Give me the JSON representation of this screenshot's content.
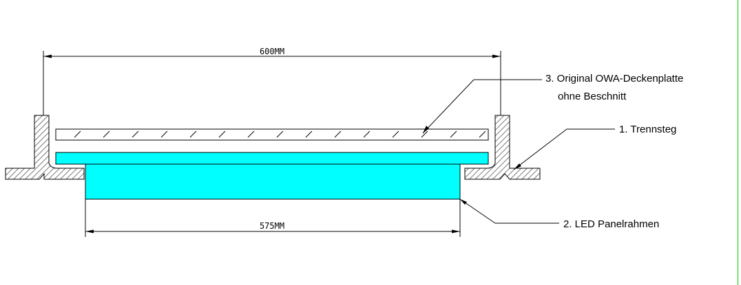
{
  "diagram": {
    "dimensions": {
      "top": "600MM",
      "bottom": "575MM"
    },
    "labels": {
      "deckenplatte_line1": "3. Original OWA-Deckenplatte",
      "deckenplatte_line2": "ohne Beschnitt",
      "trennsteg": "1. Trennsteg",
      "panelrahmen": "2. LED Panelrahmen"
    },
    "colors": {
      "led_panel": "#00ffff",
      "line": "#000000",
      "hatch": "#555555",
      "right_border": "#00c800"
    }
  }
}
